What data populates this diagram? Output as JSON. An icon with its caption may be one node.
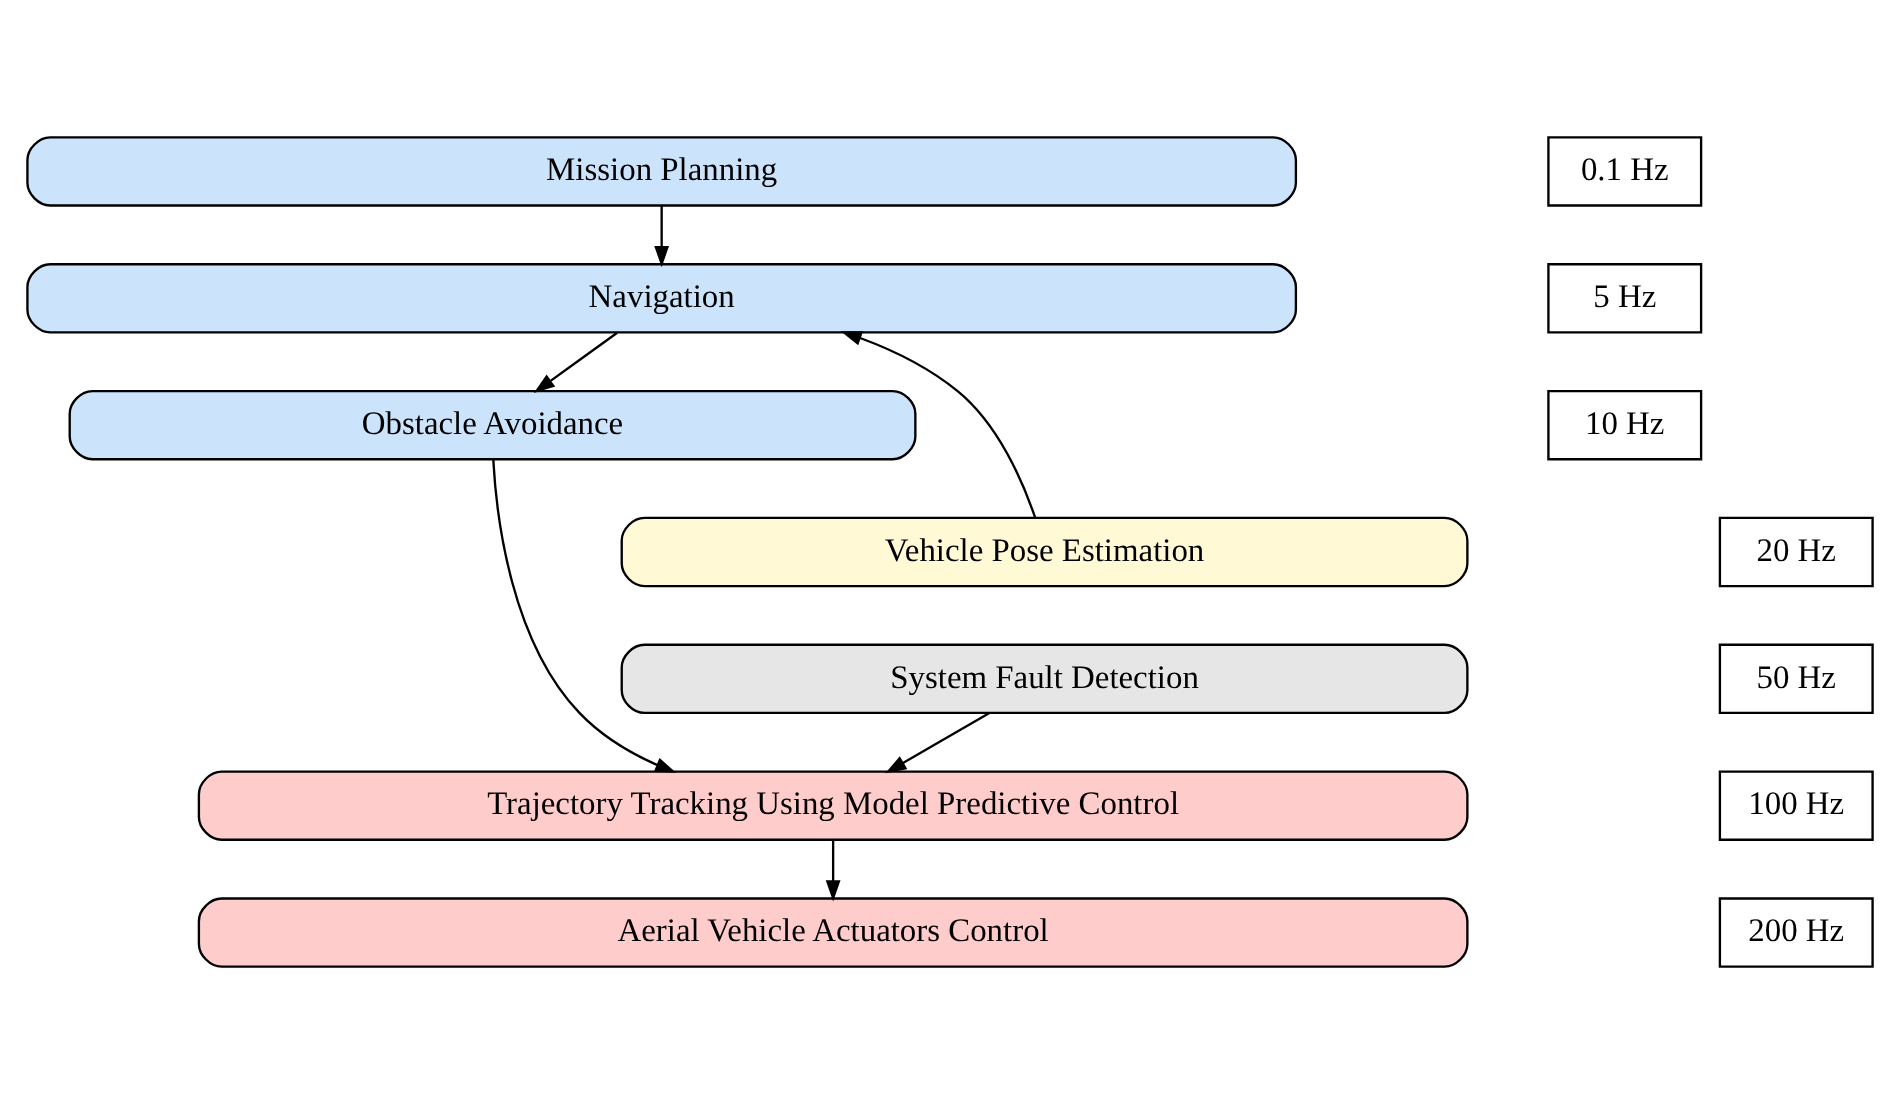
{
  "diagram": {
    "nodes": [
      {
        "text": [
          "Mission Planning"
        ]
      },
      {
        "text": [
          "0.1 Hz"
        ]
      },
      {
        "text": [
          "Navigation"
        ]
      },
      {
        "text": [
          "5 Hz"
        ]
      },
      {
        "text": [
          "Obstacle Avoidance"
        ]
      },
      {
        "text": [
          "10 Hz"
        ]
      },
      {
        "text": [
          "Vehicle Pose Estimation"
        ]
      },
      {
        "text": [
          "20 Hz"
        ]
      },
      {
        "text": [
          "System Fault Detection"
        ]
      },
      {
        "text": [
          "50 Hz"
        ]
      },
      {
        "text": [
          "Trajectory Tracking Using Model Predictive Control"
        ]
      },
      {
        "text": [
          "100 Hz"
        ]
      },
      {
        "text": [
          "Aerial Vehicle Actuators Control"
        ]
      },
      {
        "text": [
          "200 Hz"
        ]
      }
    ],
    "edges": [
      {
        "from": 0,
        "to": 2,
        "arrow": "to"
      },
      {
        "from": 2,
        "to": 4,
        "arrow": "to"
      },
      {
        "from": 6,
        "to": 2,
        "arrow": "to"
      },
      {
        "from": 4,
        "to": 10,
        "arrow": "to"
      },
      {
        "from": 8,
        "to": 10,
        "arrow": "to"
      },
      {
        "from": 10,
        "to": 12,
        "arrow": "to"
      }
    ]
  }
}
